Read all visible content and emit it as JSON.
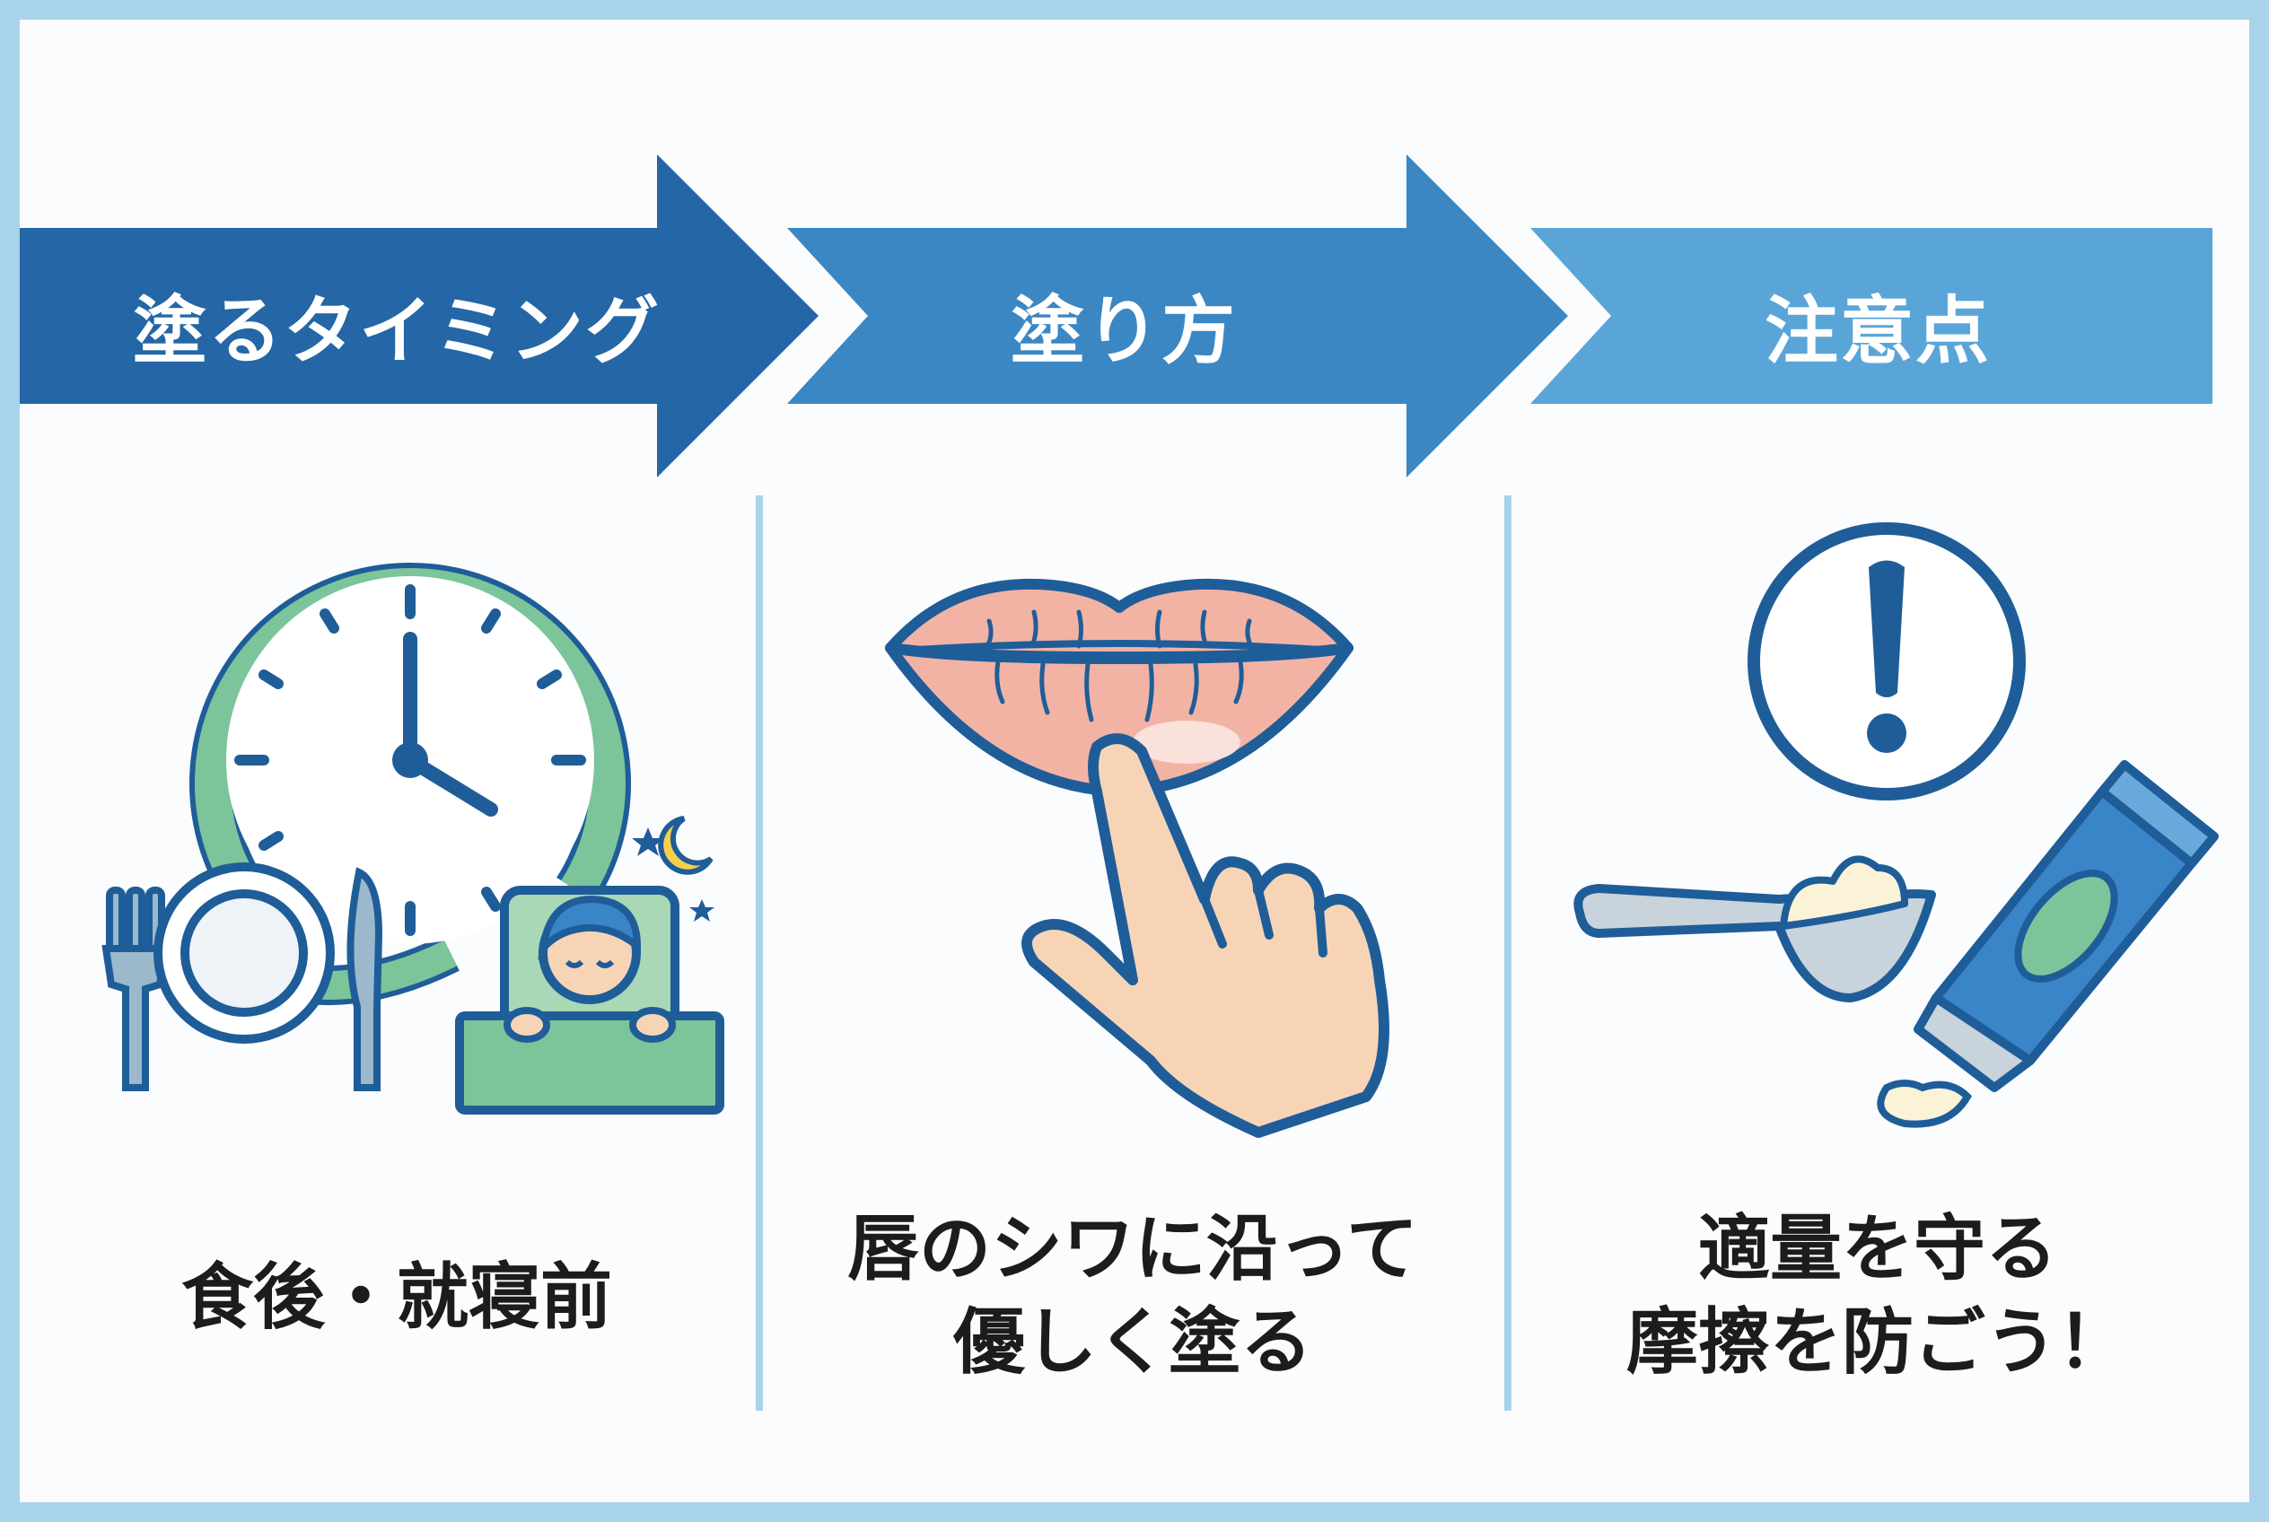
{
  "steps": [
    {
      "title": "塗るタイミング",
      "caption_lines": [
        "食後・就寝前"
      ],
      "illustration": "clock-meal-sleep-icon"
    },
    {
      "title": "塗り方",
      "caption_lines": [
        "唇のシワに沿って",
        "優しく塗る"
      ],
      "illustration": "lips-finger-icon"
    },
    {
      "title": "注意点",
      "caption_lines": [
        "適量を守る",
        "摩擦を防ごう！"
      ],
      "illustration": "warning-spoon-tube-icon"
    }
  ],
  "colors": {
    "arrow_1": "#2466a6",
    "arrow_2": "#3a87c4",
    "arrow_3": "#5aa5d8",
    "outline": "#1f5d99",
    "green": "#7cc49a",
    "lips": "#f2b3a4",
    "skin": "#f8d4b7",
    "tube": "#3a84c8",
    "background": "#a9d3ea"
  }
}
